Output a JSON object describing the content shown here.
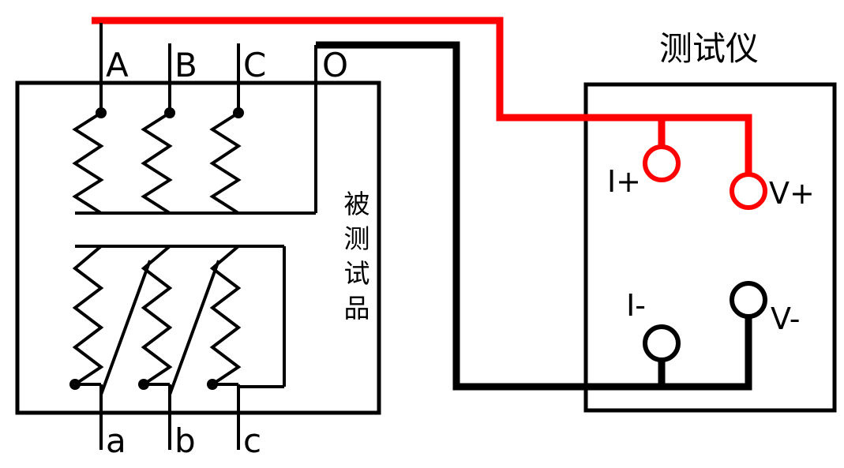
{
  "diagram": {
    "tester_title": "测试仪",
    "device_label": "被测试品",
    "device_label_chars": [
      "被",
      "测",
      "试",
      "品"
    ],
    "primary_terminals": [
      "A",
      "B",
      "C",
      "O"
    ],
    "secondary_terminals": [
      "a",
      "b",
      "c"
    ],
    "tester_terminals": [
      {
        "label": "I+",
        "color": "#ff0000"
      },
      {
        "label": "V+",
        "color": "#ff0000"
      },
      {
        "label": "I-",
        "color": "#000000"
      },
      {
        "label": "V-",
        "color": "#000000"
      }
    ],
    "colors": {
      "positive_wire": "#ff0000",
      "negative_wire": "#000000",
      "outline": "#000000",
      "background": "#ffffff"
    }
  }
}
